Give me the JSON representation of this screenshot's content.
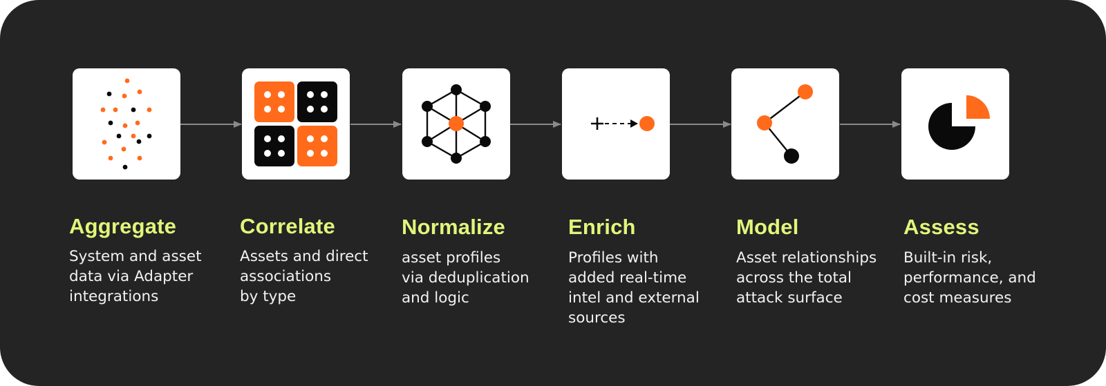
{
  "steps": [
    {
      "title": "Aggregate",
      "desc_lines": [
        "System and asset",
        "data via Adapter",
        "integrations"
      ],
      "icon": "scattered-dots-icon"
    },
    {
      "title": "Correlate",
      "desc_lines": [
        "Assets and direct",
        "associations",
        "by type"
      ],
      "icon": "dice-grid-icon"
    },
    {
      "title": "Normalize",
      "desc_lines": [
        "asset profiles",
        "via deduplication",
        "and logic"
      ],
      "icon": "hexagon-network-icon"
    },
    {
      "title": "Enrich",
      "desc_lines": [
        "Profiles with",
        "added real-time",
        "intel and external",
        "sources"
      ],
      "icon": "plus-arrow-dot-icon"
    },
    {
      "title": "Model",
      "desc_lines": [
        "Asset relationships",
        "across the total",
        "attack surface"
      ],
      "icon": "node-graph-icon"
    },
    {
      "title": "Assess",
      "desc_lines": [
        "Built-in risk,",
        "performance, and",
        "cost measures"
      ],
      "icon": "pie-chart-icon"
    }
  ],
  "colors": {
    "background": "#242424",
    "card": "#ffffff",
    "title": "#e2f57a",
    "text": "#f2f2f2",
    "accent": "#ff6b1a",
    "dark": "#0a0a0a",
    "connector": "#8a8a8a"
  }
}
